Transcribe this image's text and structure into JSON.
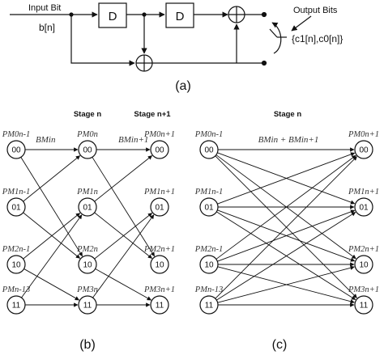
{
  "panel_a": {
    "input_label": "Input Bit",
    "bn_label": "b[n]",
    "d1": "D",
    "d2": "D",
    "output_label": "Output Bits",
    "output_set": "{c1[n],c0[n]}",
    "caption": "(a)"
  },
  "panel_b": {
    "stage_n": "Stage n",
    "stage_n1": "Stage n+1",
    "bm_n": "BMin",
    "bm_n1": "BMin+1",
    "states": [
      "00",
      "01",
      "10",
      "11"
    ],
    "pm_prev": [
      "PM0n-1",
      "PM1n-1",
      "PM2n-1",
      "PMn-13"
    ],
    "pm_mid": [
      "PM0n",
      "PM1n",
      "PM2n",
      "PM3n"
    ],
    "pm_next": [
      "PM0n+1",
      "PM1n+1",
      "PM2n+1",
      "PM3n+1"
    ],
    "caption": "(b)"
  },
  "panel_c": {
    "stage_n": "Stage n",
    "bm_sum": "BMin + BMin+1",
    "states": [
      "00",
      "01",
      "10",
      "11"
    ],
    "pm_prev": [
      "PM0n-1",
      "PM1n-1",
      "PM2n-1",
      "PMn-13"
    ],
    "pm_next": [
      "PM0n+1",
      "PM1n+1",
      "PM2n+1",
      "PM3n+1"
    ],
    "caption": "(c)"
  }
}
